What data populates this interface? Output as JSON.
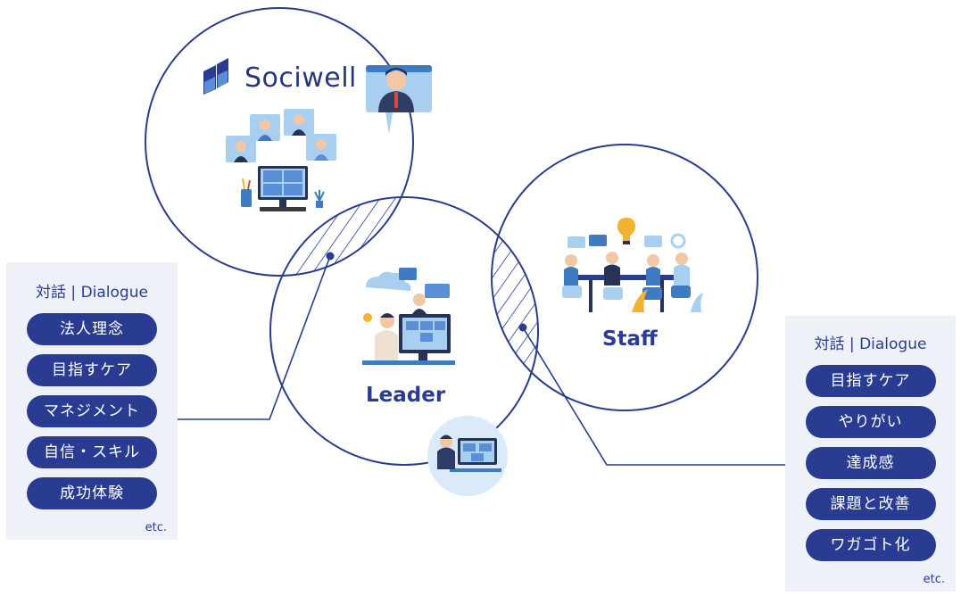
{
  "brand": {
    "name": "Sociwell"
  },
  "circles": {
    "leader_label": "Leader",
    "staff_label": "Staff"
  },
  "left_panel": {
    "heading": "対話 | Dialogue",
    "items": [
      "法人理念",
      "目指すケア",
      "マネジメント",
      "自信・スキル",
      "成功体験"
    ],
    "etc": "etc."
  },
  "right_panel": {
    "heading": "対話 | Dialogue",
    "items": [
      "目指すケア",
      "やりがい",
      "達成感",
      "課題と改善",
      "ワガゴト化"
    ],
    "etc": "etc."
  },
  "colors": {
    "primary": "#2a3c91",
    "panel_bg": "#eef1f8",
    "illustration_blue": "#3e7bc2",
    "light_blue": "#a9cff0"
  }
}
